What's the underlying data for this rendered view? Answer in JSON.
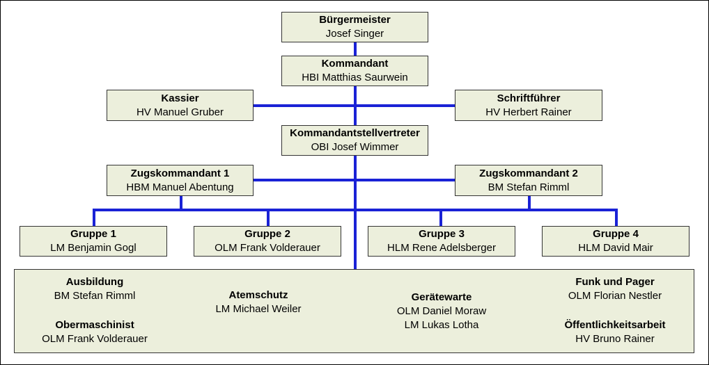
{
  "colors": {
    "box_fill": "#ecefdc",
    "connector": "#1a22d6",
    "border": "#333333"
  },
  "nodes": {
    "buergermeister": {
      "title": "Bürgermeister",
      "name": "Josef Singer"
    },
    "kommandant": {
      "title": "Kommandant",
      "name": "HBI Matthias Saurwein"
    },
    "kassier": {
      "title": "Kassier",
      "name": "HV Manuel Gruber"
    },
    "schriftfuehrer": {
      "title": "Schriftführer",
      "name": "HV Herbert Rainer"
    },
    "stellvertreter": {
      "title": "Kommandantstellvertreter",
      "name": "OBI Josef Wimmer"
    },
    "zug1": {
      "title": "Zugskommandant 1",
      "name": "HBM Manuel Abentung"
    },
    "zug2": {
      "title": "Zugskommandant 2",
      "name": "BM Stefan Rimml"
    },
    "gruppe1": {
      "title": "Gruppe 1",
      "name": "LM Benjamin Gogl"
    },
    "gruppe2": {
      "title": "Gruppe 2",
      "name": "OLM Frank Volderauer"
    },
    "gruppe3": {
      "title": "Gruppe 3",
      "name": "HLM Rene Adelsberger"
    },
    "gruppe4": {
      "title": "Gruppe 4",
      "name": "HLM David Mair"
    }
  },
  "functions": {
    "ausbildung": {
      "title": "Ausbildung",
      "name": "BM Stefan Rimml"
    },
    "obermaschinist": {
      "title": "Obermaschinist",
      "name": "OLM Frank Volderauer"
    },
    "atemschutz": {
      "title": "Atemschutz",
      "name": "LM Michael Weiler"
    },
    "geraetewarte": {
      "title": "Gerätewarte",
      "names": [
        "OLM Daniel Moraw",
        "LM Lukas Lotha"
      ]
    },
    "funk": {
      "title": "Funk und Pager",
      "name": "OLM Florian Nestler"
    },
    "oeffentlichkeit": {
      "title": "Öffentlichkeitsarbeit",
      "name": "HV Bruno Rainer"
    }
  }
}
